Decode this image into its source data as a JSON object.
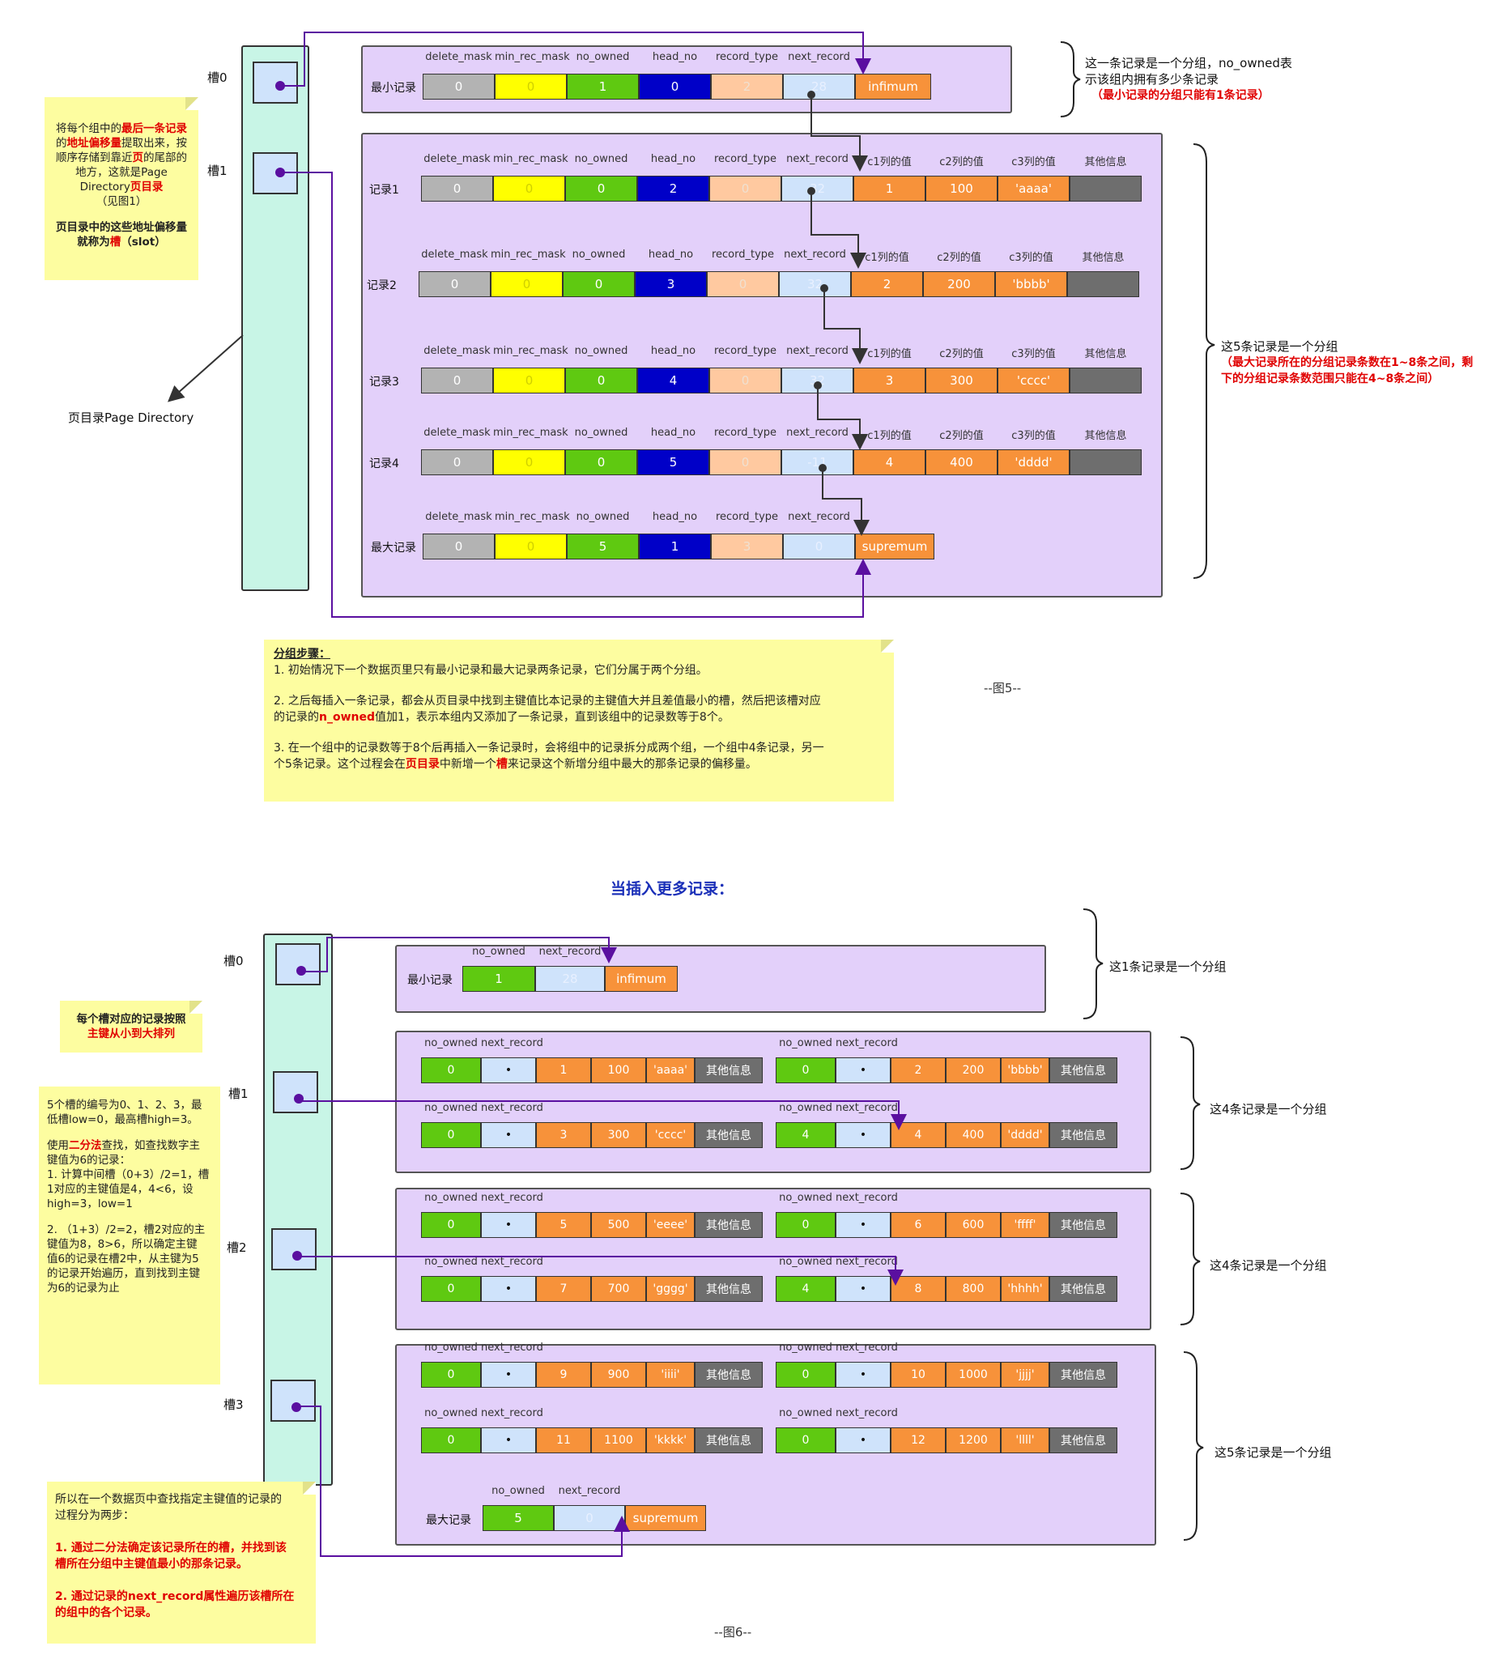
{
  "fig5": {
    "slot0_label": "槽0",
    "slot1_label": "槽1",
    "dir_label": "页目录Page Directory",
    "caption": "--图5--",
    "note_left": {
      "p1a": "将每个组中的",
      "p1b": "最后一条记录",
      "p1c": "的",
      "p1d": "地址偏移量",
      "p1e": "提取出来，按顺序存储到靠近",
      "p1f": "页",
      "p1g": "的尾部的地方，这就是Page Directory",
      "p1h": "页目录",
      "p1i": "（见图1）",
      "p2a": "页目录中的这些地址偏移量就称为",
      "p2b": "槽",
      "p2c": "（slot）"
    },
    "headers_min": [
      "delete_mask",
      "min_rec_mask",
      "no_owned",
      "head_no",
      "record_type",
      "next_record"
    ],
    "headers_full": [
      "delete_mask",
      "min_rec_mask",
      "no_owned",
      "head_no",
      "record_type",
      "next_record",
      "c1列的值",
      "c2列的值",
      "c3列的值",
      "其他信息"
    ],
    "min_record": {
      "label": "最小记录",
      "values": [
        "0",
        "0",
        "1",
        "0",
        "2",
        "28",
        "infimum"
      ]
    },
    "records": [
      {
        "label": "记录1",
        "values": [
          "0",
          "0",
          "0",
          "2",
          "0",
          "32",
          "1",
          "100",
          "'aaaa'",
          ""
        ]
      },
      {
        "label": "记录2",
        "values": [
          "0",
          "0",
          "0",
          "3",
          "0",
          "32",
          "2",
          "200",
          "'bbbb'",
          ""
        ]
      },
      {
        "label": "记录3",
        "values": [
          "0",
          "0",
          "0",
          "4",
          "0",
          "32",
          "3",
          "300",
          "'cccc'",
          ""
        ]
      },
      {
        "label": "记录4",
        "values": [
          "0",
          "0",
          "0",
          "5",
          "0",
          "-11",
          "4",
          "400",
          "'dddd'",
          ""
        ]
      }
    ],
    "max_record": {
      "label": "最大记录",
      "values": [
        "0",
        "0",
        "5",
        "1",
        "3",
        "0",
        "supremum"
      ]
    },
    "right_note1": {
      "l1": "这一条记录是一个分组，no_owned表",
      "l2": "示该组内拥有多少条记录",
      "l3": "（最小记录的分组只能有1条记录）"
    },
    "right_note2": {
      "l1": "这5条记录是一个分组",
      "l2": "（最大记录所在的分组记录条数在1~8条之间，剩",
      "l3": "下的分组记录条数范围只能在4~8条之间）"
    },
    "steps": {
      "title": "分组步骤：",
      "s1": "1. 初始情况下一个数据页里只有最小记录和最大记录两条记录，它们分属于两个分组。",
      "s2a": "2. 之后每插入一条记录，都会从页目录中找到主键值比本记录的主键值大并且差值最小的槽，然后把该槽对应",
      "s2b": "的记录的",
      "s2c": "n_owned",
      "s2d": "值加1，表示本组内又添加了一条记录，直到该组中的记录数等于8个。",
      "s3a": "3. 在一个组中的记录数等于8个后再插入一条记录时，会将组中的记录拆分成两个组，一个组中4条记录，另一",
      "s3b": "个5条记录。这个过程会在",
      "s3c": "页目录",
      "s3d": "中新增一个",
      "s3e": "槽",
      "s3f": "来记录这个新增分组中最大的那条记录的偏移量。"
    }
  },
  "fig6": {
    "title": "当插入更多记录：",
    "caption": "--图6--",
    "slot_labels": [
      "槽0",
      "槽1",
      "槽2",
      "槽3"
    ],
    "hdr_a": "no_owned",
    "hdr_b": "next_record",
    "min_record": {
      "label": "最小记录",
      "values": [
        "1",
        "28",
        "infimum"
      ]
    },
    "max_record": {
      "label": "最大记录",
      "values": [
        "5",
        "0",
        "supremum"
      ]
    },
    "pairs": [
      [
        {
          "v": [
            "0",
            "•",
            "1",
            "100",
            "'aaaa'",
            "其他信息"
          ]
        },
        {
          "v": [
            "0",
            "•",
            "2",
            "200",
            "'bbbb'",
            "其他信息"
          ]
        }
      ],
      [
        {
          "v": [
            "0",
            "•",
            "3",
            "300",
            "'cccc'",
            "其他信息"
          ]
        },
        {
          "v": [
            "4",
            "•",
            "4",
            "400",
            "'dddd'",
            "其他信息"
          ]
        }
      ],
      [
        {
          "v": [
            "0",
            "•",
            "5",
            "500",
            "'eeee'",
            "其他信息"
          ]
        },
        {
          "v": [
            "0",
            "•",
            "6",
            "600",
            "'ffff'",
            "其他信息"
          ]
        }
      ],
      [
        {
          "v": [
            "0",
            "•",
            "7",
            "700",
            "'gggg'",
            "其他信息"
          ]
        },
        {
          "v": [
            "4",
            "•",
            "8",
            "800",
            "'hhhh'",
            "其他信息"
          ]
        }
      ],
      [
        {
          "v": [
            "0",
            "•",
            "9",
            "900",
            "'iiii'",
            "其他信息"
          ]
        },
        {
          "v": [
            "0",
            "•",
            "10",
            "1000",
            "'jjjj'",
            "其他信息"
          ]
        }
      ],
      [
        {
          "v": [
            "0",
            "•",
            "11",
            "1100",
            "'kkkk'",
            "其他信息"
          ]
        },
        {
          "v": [
            "0",
            "•",
            "12",
            "1200",
            "'llll'",
            "其他信息"
          ]
        }
      ]
    ],
    "group_notes": [
      "这1条记录是一个分组",
      "这4条记录是一个分组",
      "这4条记录是一个分组",
      "这5条记录是一个分组"
    ],
    "note_sort": {
      "l1": "每个槽对应的记录按照",
      "l2": "主键从小到大排列"
    },
    "note_binary": {
      "l1": "5个槽的编号为0、1、2、3，最",
      "l2": "低槽low=0，最高槽high=3。",
      "l3a": "使用",
      "l3b": "二分法",
      "l3c": "查找，如查找数字主",
      "l4": "键值为6的记录：",
      "l5": "1. 计算中间槽（0+3）/2=1，槽",
      "l6": "1对应的主键值是4，4<6，设",
      "l7": "high=3，low=1",
      "l8": "2. （1+3）/2=2，槽2对应的主",
      "l9": "键值为8，8>6，所以确定主键",
      "l10": "值6的记录在槽2中，从主键为5",
      "l11": "的记录开始遍历，直到找到主键",
      "l12": "为6的记录为止"
    },
    "note_steps": {
      "l1": "所以在一个数据页中查找指定主键值的记录的",
      "l2": "过程分为两步：",
      "l3": "1. 通过二分法确定该记录所在的槽，并找到该",
      "l4": "槽所在分组中主键值最小的那条记录。",
      "l5": "2. 通过记录的next_record属性遍历该槽所在",
      "l6": "的组中的各个记录。"
    }
  }
}
